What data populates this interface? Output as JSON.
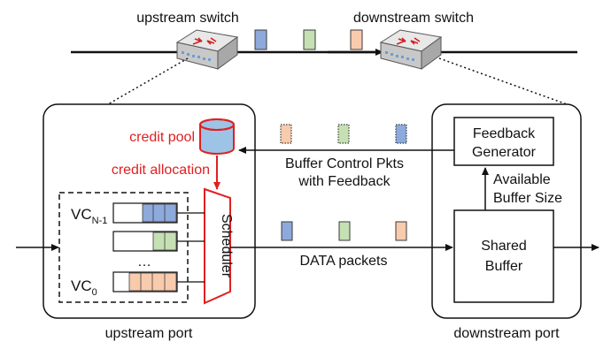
{
  "labels": {
    "upstream_switch": "upstream switch",
    "downstream_switch": "downstream switch",
    "credit_pool": "credit pool",
    "credit_allocation": "credit allocation",
    "scheduler": "Scheduler",
    "vc_top_main": "VC",
    "vc_top_sub": "N-1",
    "vc_bottom_main": "VC",
    "vc_bottom_sub": "0",
    "ellipsis": "…",
    "buffer_control_line1": "Buffer Control Pkts",
    "buffer_control_line2": "with Feedback",
    "data_packets": "DATA packets",
    "feedback_gen_line1": "Feedback",
    "feedback_gen_line2": "Generator",
    "available_line1": "Available",
    "available_line2": "Buffer Size",
    "shared_line1": "Shared",
    "shared_line2": "Buffer",
    "upstream_port": "upstream port",
    "downstream_port": "downstream port"
  },
  "colors": {
    "blue": "#8ea9db",
    "green": "#c5e0b3",
    "orange": "#f8cbad",
    "red": "#e02020",
    "cylinder": "#9dc3e6"
  }
}
